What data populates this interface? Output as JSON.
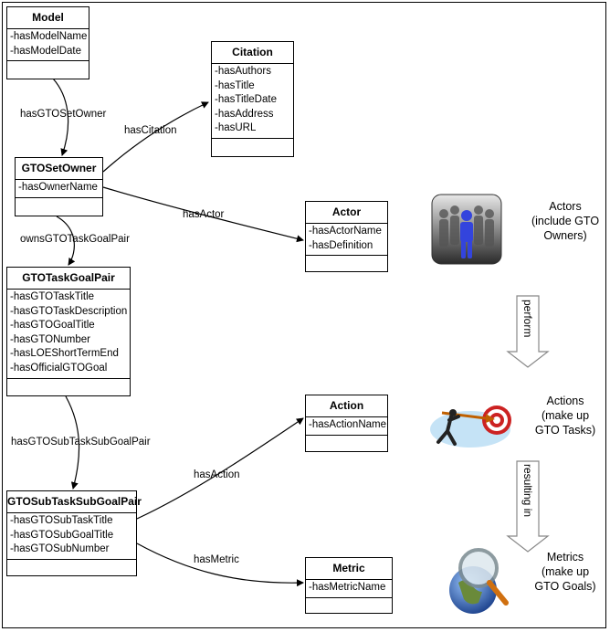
{
  "classes": {
    "model": {
      "name": "Model",
      "attrs": [
        "-hasModelName",
        "-hasModelDate"
      ]
    },
    "citation": {
      "name": "Citation",
      "attrs": [
        "-hasAuthors",
        "-hasTitle",
        "-hasTitleDate",
        "-hasAddress",
        "-hasURL"
      ]
    },
    "gtosetowner": {
      "name": "GTOSetOwner",
      "attrs": [
        "-hasOwnerName"
      ]
    },
    "actor": {
      "name": "Actor",
      "attrs": [
        "-hasActorName",
        "-hasDefinition"
      ]
    },
    "gtotaskgoalpair": {
      "name": "GTOTaskGoalPair",
      "attrs": [
        "-hasGTOTaskTitle",
        "-hasGTOTaskDescription",
        "-hasGTOGoalTitle",
        "-hasGTONumber",
        "-hasLOEShortTermEnd",
        "-hasOfficialGTOGoal"
      ]
    },
    "action": {
      "name": "Action",
      "attrs": [
        "-hasActionName"
      ]
    },
    "gtosubtask": {
      "name": "GTOSubTaskSubGoalPair",
      "attrs": [
        "-hasGTOSubTaskTitle",
        "-hasGTOSubGoalTitle",
        "-hasGTOSubNumber"
      ]
    },
    "metric": {
      "name": "Metric",
      "attrs": [
        "-hasMetricName"
      ]
    }
  },
  "relations": {
    "hasGTOSetOwner": "hasGTOSetOwner",
    "hasCitation": "hasCitation",
    "hasActor": "hasActor",
    "ownsGTOTaskGoalPair": "ownsGTOTaskGoalPair",
    "hasGTOSubTaskSubGoalPair": "hasGTOSubTaskSubGoalPair",
    "hasAction": "hasAction",
    "hasMetric": "hasMetric"
  },
  "side": {
    "actors": [
      "Actors",
      "(include GTO",
      "Owners)"
    ],
    "actions": [
      "Actions",
      "(make up",
      "GTO Tasks)"
    ],
    "metrics": [
      "Metrics",
      "(make up",
      "GTO Goals)"
    ],
    "perform": "perform",
    "resulting_in": "resulting in"
  },
  "icons": {
    "actors": "crowd-people-icon",
    "actions": "runner-target-icon",
    "metrics": "globe-magnifier-icon"
  },
  "colors": {
    "arrow": "#000000",
    "person_blue": "#3344dd",
    "target_red": "#cc2222"
  }
}
